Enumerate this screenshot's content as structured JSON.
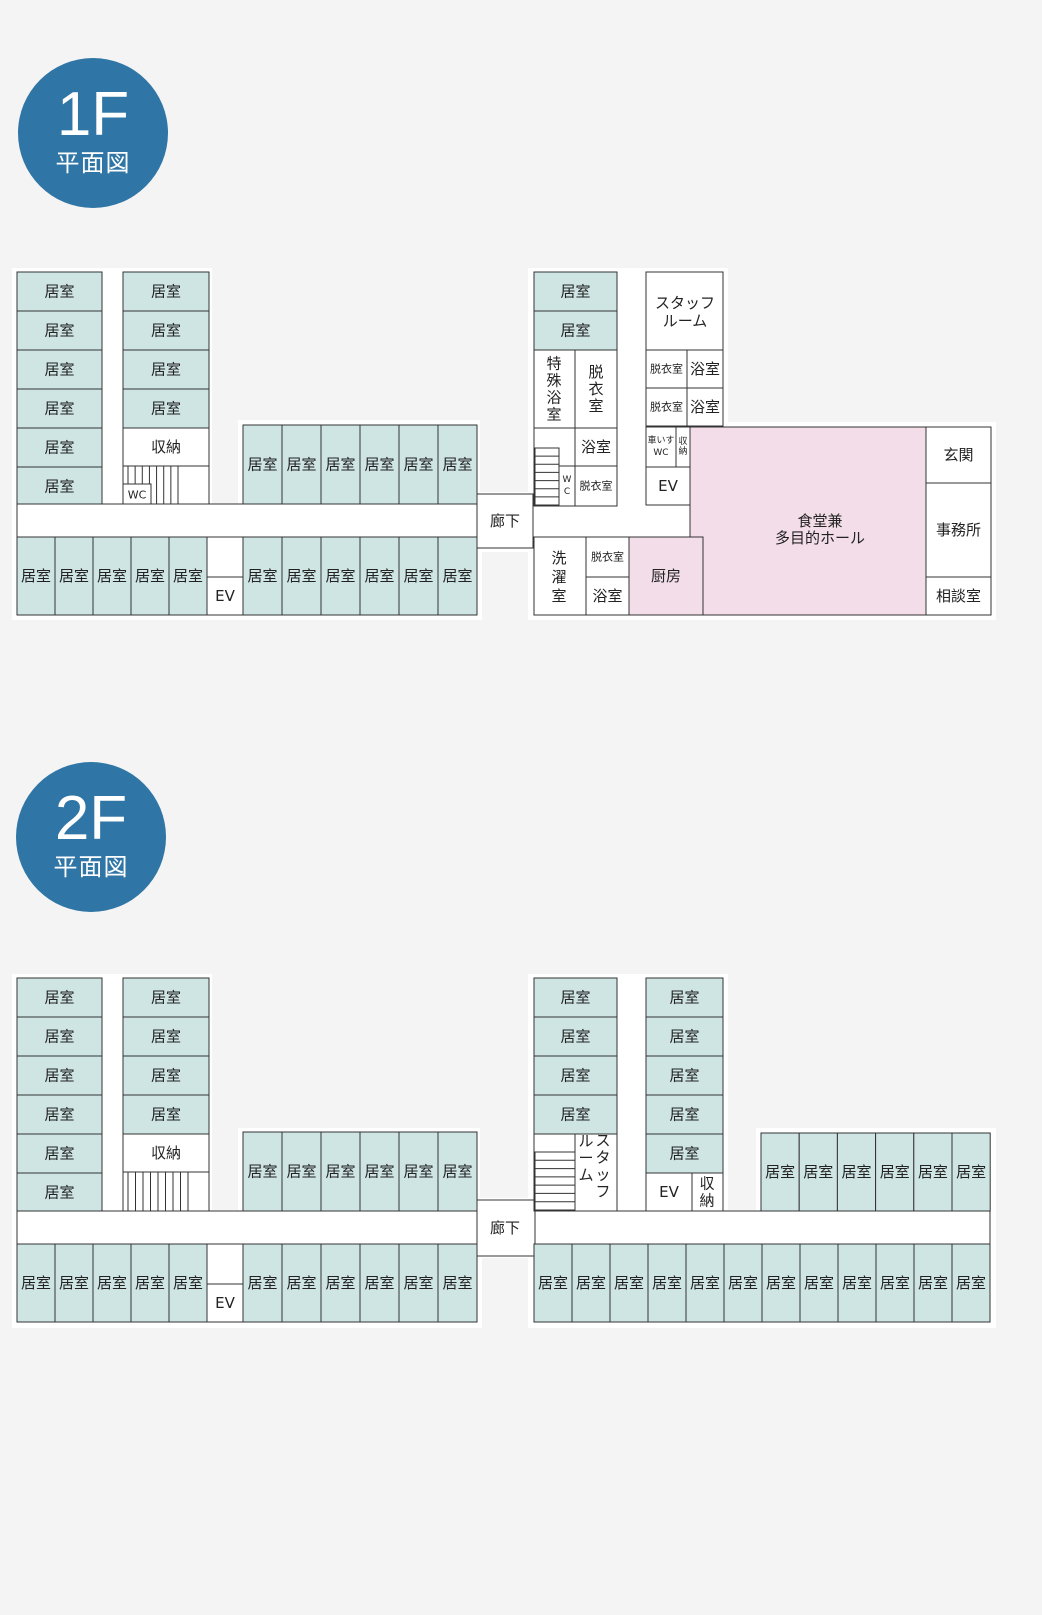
{
  "floors": [
    {
      "id": "1f",
      "badge_big": "1F",
      "badge_small": "平面図"
    },
    {
      "id": "2f",
      "badge_big": "2F",
      "badge_small": "平面図"
    }
  ],
  "labels": {
    "room": "居室",
    "storage": "収納",
    "wc": "WC",
    "wc_split": "W C",
    "ev": "EV",
    "corridor": "廊下",
    "staff_room": "スタッフ ルーム",
    "staff_l1": "スタッフ",
    "staff_l2": "ルーム",
    "dressing": "脱衣室",
    "bath": "浴室",
    "special_bath": "特殊浴室",
    "dressing_v": "脱衣室",
    "wheelchair_wc_l1": "車いす",
    "wheelchair_wc_l2": "WC",
    "storage_small": "収納",
    "dining_l1": "食堂兼",
    "dining_l2": "多目的ホール",
    "entrance": "玄関",
    "office": "事務所",
    "consult": "相談室",
    "laundry": "洗濯室",
    "kitchen": "厨房"
  }
}
